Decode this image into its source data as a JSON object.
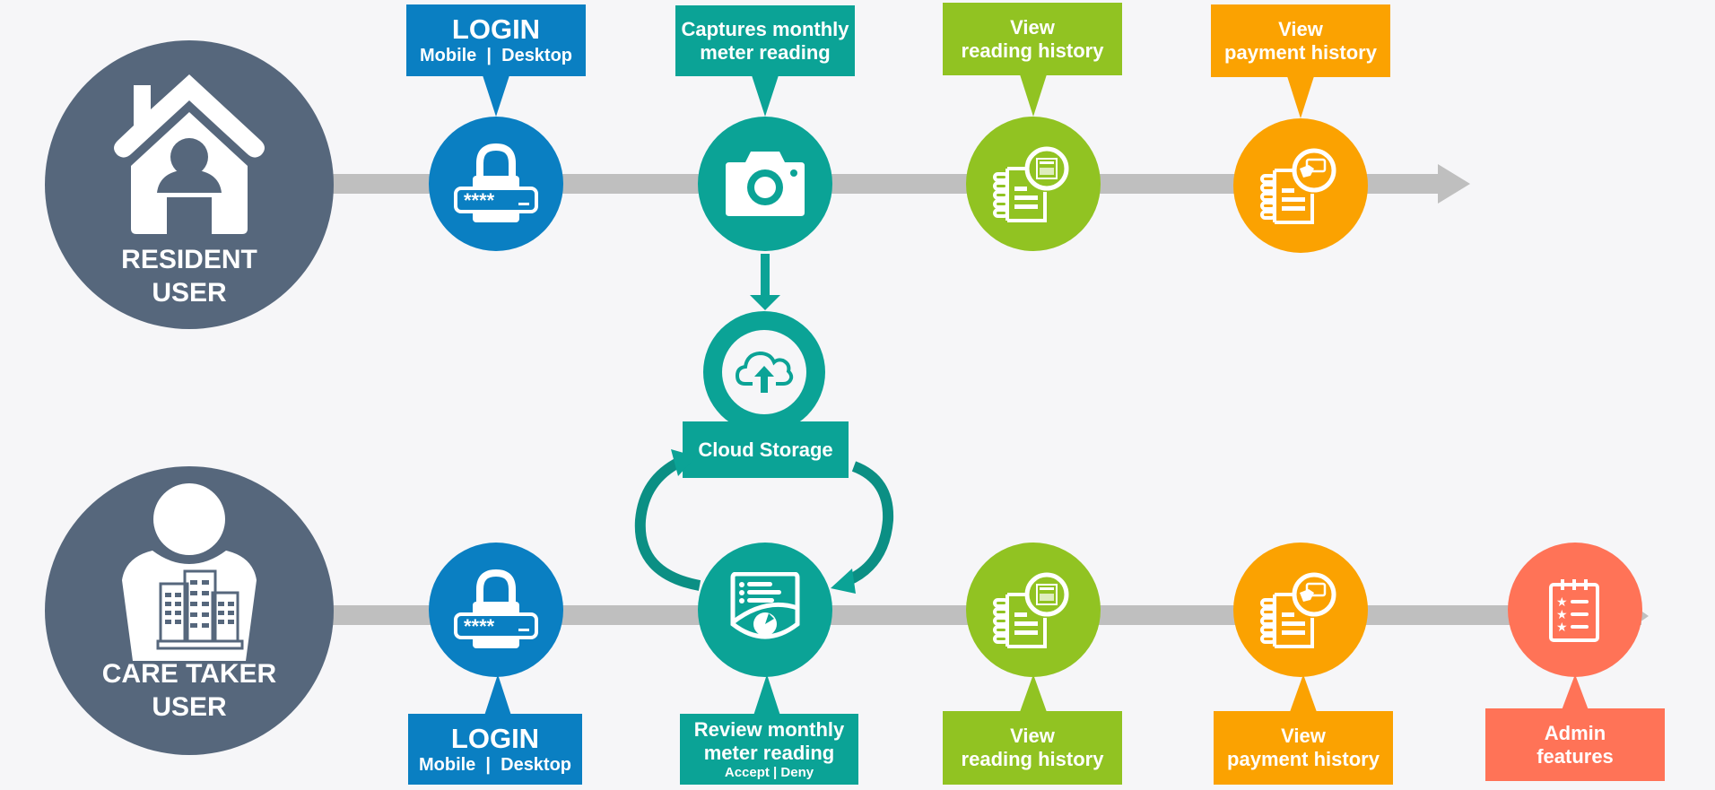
{
  "colors": {
    "background": "#f6f6f8",
    "user": "#56677c",
    "timeline": "#bfbfbf",
    "login": "#0a7fc2",
    "capture": "#0ba396",
    "reading": "#91c322",
    "payment": "#fba201",
    "admin": "#ff7357"
  },
  "resident": {
    "label_line1": "RESIDENT",
    "label_line2": "USER",
    "icon": "house-user-icon",
    "steps": [
      {
        "id": "login",
        "title": "LOGIN",
        "subtitle": "Mobile  |  Desktop",
        "icon": "lock-password-icon"
      },
      {
        "id": "capture",
        "line1": "Captures monthly",
        "line2": "meter reading",
        "icon": "camera-icon"
      },
      {
        "id": "reading",
        "line1": "View",
        "line2": "reading history",
        "icon": "meter-notebook-icon"
      },
      {
        "id": "payment",
        "line1": "View",
        "line2": "payment history",
        "icon": "payment-notebook-icon"
      }
    ]
  },
  "cloud": {
    "label": "Cloud Storage",
    "icon": "cloud-upload-icon"
  },
  "caretaker": {
    "label_line1": "CARE TAKER",
    "label_line2": "USER",
    "icon": "caretaker-building-icon",
    "steps": [
      {
        "id": "login",
        "title": "LOGIN",
        "subtitle": "Mobile  |  Desktop",
        "icon": "lock-password-icon"
      },
      {
        "id": "review",
        "line1": "Review monthly",
        "line2": "meter reading",
        "line3": "Accept | Deny",
        "icon": "review-eye-icon"
      },
      {
        "id": "reading",
        "line1": "View",
        "line2": "reading history",
        "icon": "meter-notebook-icon"
      },
      {
        "id": "payment",
        "line1": "View",
        "line2": "payment history",
        "icon": "payment-notebook-icon"
      },
      {
        "id": "admin",
        "line1": "Admin",
        "line2": "features",
        "icon": "admin-checklist-icon"
      }
    ]
  }
}
